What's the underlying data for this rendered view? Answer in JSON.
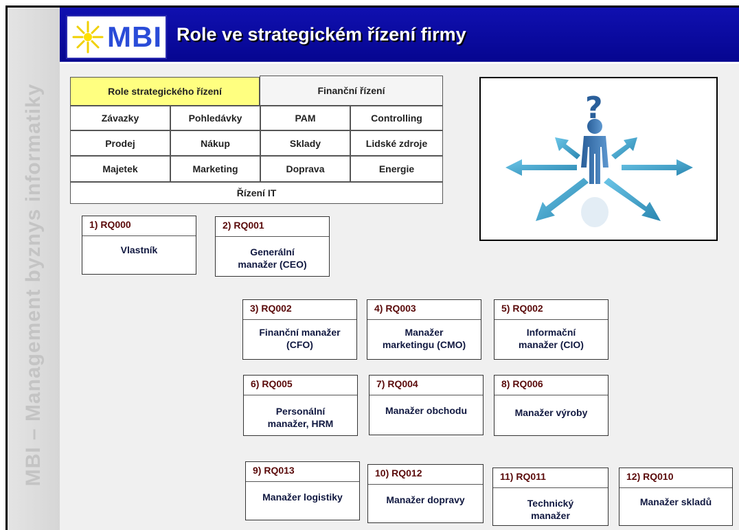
{
  "sidebar": {
    "text": "MBI – Management byznys informatiky"
  },
  "header": {
    "logo_text": "MBI",
    "title": "Role ve strategickém řízení firmy"
  },
  "menu": {
    "row0": [
      "Role strategického řízení",
      "Finanční řízení"
    ],
    "row1": [
      "Závazky",
      "Pohledávky",
      "PAM",
      "Controlling"
    ],
    "row2": [
      "Prodej",
      "Nákup",
      "Sklady",
      "Lidské zdroje"
    ],
    "row3": [
      "Majetek",
      "Marketing",
      "Doprava",
      "Energie"
    ],
    "row4": [
      "Řízení IT"
    ]
  },
  "roles": [
    {
      "code": "1) RQ000",
      "name": "Vlastník"
    },
    {
      "code": "2) RQ001",
      "name": "Generální manažer (CEO)"
    },
    {
      "code": "3) RQ002",
      "name": "Finanční manažer (CFO)"
    },
    {
      "code": "4) RQ003",
      "name": "Manažer marketingu (CMO)"
    },
    {
      "code": "5) RQ002",
      "name": "Informační manažer (CIO)"
    },
    {
      "code": "6) RQ005",
      "name": "Personální manažer, HRM"
    },
    {
      "code": "7) RQ004",
      "name": "Manažer obchodu"
    },
    {
      "code": "8) RQ006",
      "name": "Manažer výroby"
    },
    {
      "code": "9) RQ013",
      "name": "Manažer logistiky"
    },
    {
      "code": "10) RQ012",
      "name": "Manažer dopravy"
    },
    {
      "code": "11) RQ011",
      "name": "Technický manažer"
    },
    {
      "code": "12) RQ010",
      "name": "Manažer skladů"
    }
  ],
  "picture": {
    "glyph": "?"
  },
  "colors": {
    "header": "#0a0a9e",
    "active_menu": "#ffff80",
    "role_code": "#5a0a0a",
    "arrow": "#3aa0c8"
  }
}
